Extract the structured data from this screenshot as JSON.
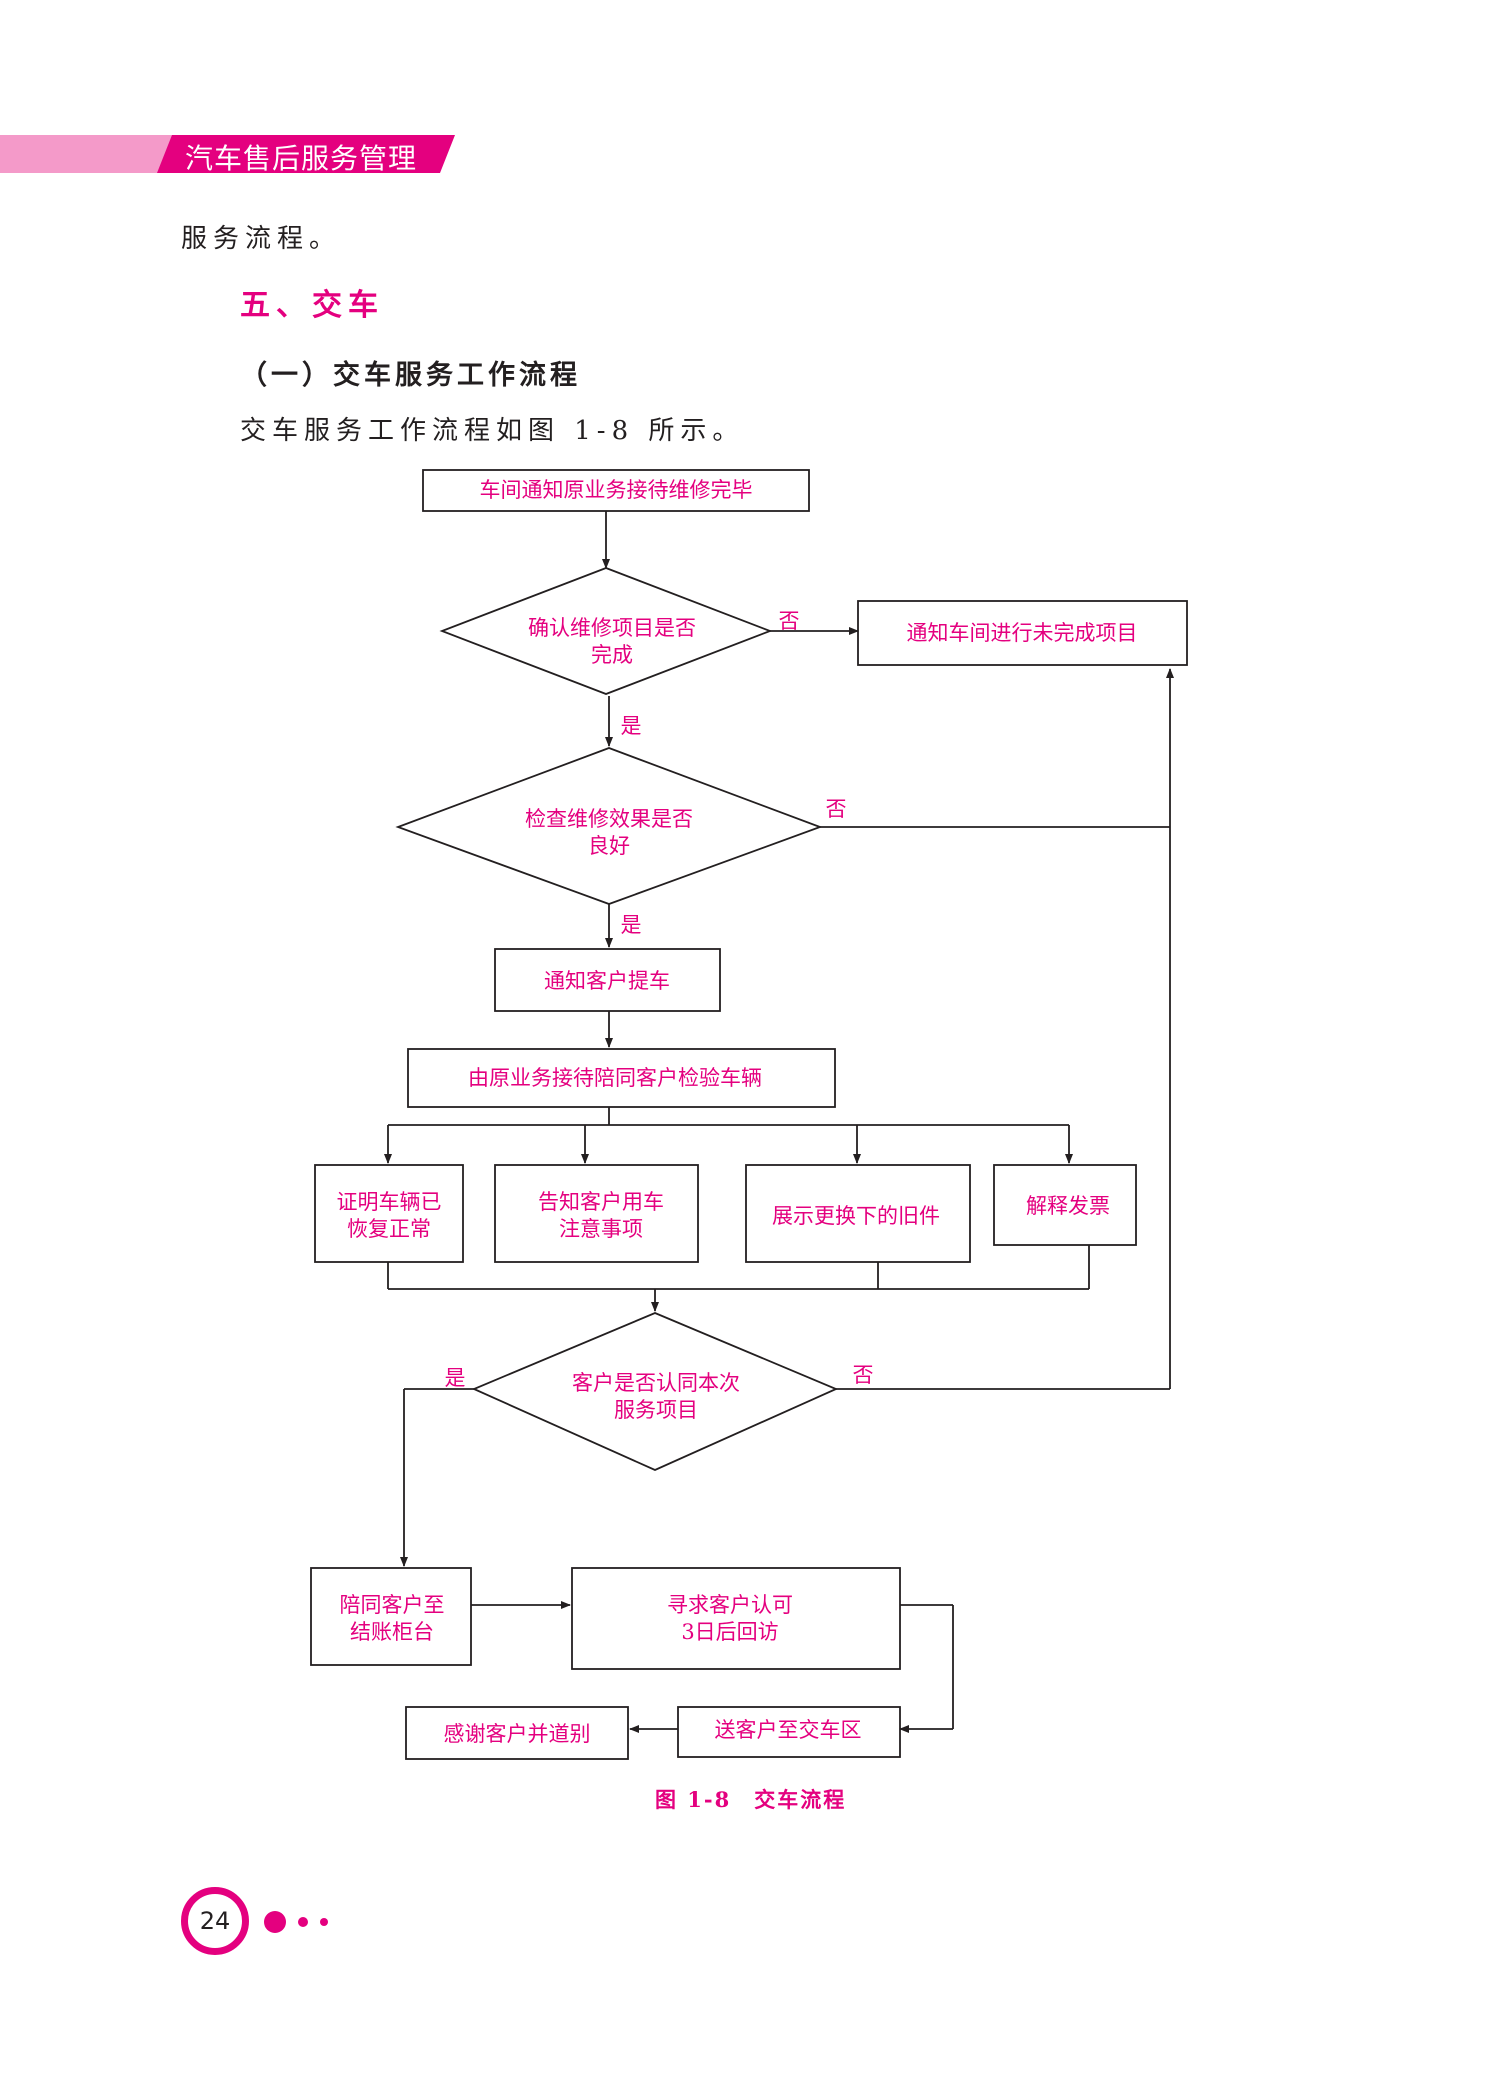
{
  "header": {
    "title": "汽车售后服务管理"
  },
  "body": {
    "line1": "服务流程。",
    "section_title": "五、交车",
    "subsection_title": "（一）交车服务工作流程",
    "intro": "交车服务工作流程如图 1-8 所示。"
  },
  "flowchart": {
    "n1": "车间通知原业务接待维修完毕",
    "d1": [
      "确认维修项目是否",
      "完成"
    ],
    "n2": "通知车间进行未完成项目",
    "d2": [
      "检查维修效果是否",
      "良好"
    ],
    "n3": "通知客户提车",
    "n4": "由原业务接待陪同客户检验车辆",
    "n5": [
      "证明车辆已",
      "恢复正常"
    ],
    "n6": [
      "告知客户用车",
      "注意事项"
    ],
    "n7": "展示更换下的旧件",
    "n8": "解释发票",
    "d3": [
      "客户是否认同本次",
      "服务项目"
    ],
    "n9": [
      "陪同客户至",
      "结账柜台"
    ],
    "n10": [
      "寻求客户认可",
      "3日后回访"
    ],
    "n11": "送客户至交车区",
    "n12": "感谢客户并道别",
    "yes": "是",
    "no": "否"
  },
  "caption": "图 1-8　交车流程",
  "page_number": "24",
  "colors": {
    "accent": "#e4007f",
    "band_light": "#f49ac9"
  }
}
